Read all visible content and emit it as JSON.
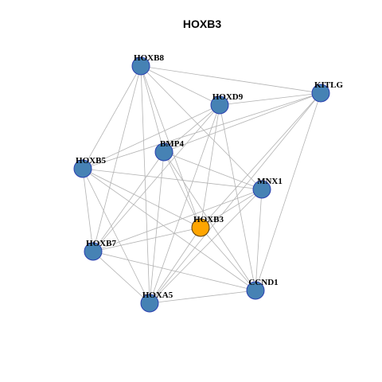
{
  "title": "HOXB3",
  "colors": {
    "node_default": "#4682b4",
    "node_border": "#2a3fb0",
    "node_focus": "#ffa500",
    "node_focus_border": "#5a3a00",
    "edge": "#b3b3b3"
  },
  "nodes": [
    {
      "id": "HOXB8",
      "label": "HOXB8",
      "focus": false
    },
    {
      "id": "KITLG",
      "label": "KITLG",
      "focus": false
    },
    {
      "id": "HOXD9",
      "label": "HOXD9",
      "focus": false
    },
    {
      "id": "BMP4",
      "label": "BMP4",
      "focus": false
    },
    {
      "id": "HOXB5",
      "label": "HOXB5",
      "focus": false
    },
    {
      "id": "MNX1",
      "label": "MNX1",
      "focus": false
    },
    {
      "id": "HOXB3",
      "label": "HOXB3",
      "focus": true
    },
    {
      "id": "HOXB7",
      "label": "HOXB7",
      "focus": false
    },
    {
      "id": "CCND1",
      "label": "CCND1",
      "focus": false
    },
    {
      "id": "HOXA5",
      "label": "HOXA5",
      "focus": false
    }
  ],
  "edges": [
    [
      "HOXB8",
      "KITLG"
    ],
    [
      "HOXB8",
      "HOXD9"
    ],
    [
      "HOXB8",
      "BMP4"
    ],
    [
      "HOXB8",
      "HOXB5"
    ],
    [
      "HOXB8",
      "MNX1"
    ],
    [
      "HOXB8",
      "HOXB3"
    ],
    [
      "HOXB8",
      "HOXB7"
    ],
    [
      "HOXB8",
      "HOXA5"
    ],
    [
      "KITLG",
      "HOXD9"
    ],
    [
      "KITLG",
      "BMP4"
    ],
    [
      "KITLG",
      "HOXB5"
    ],
    [
      "KITLG",
      "HOXB3"
    ],
    [
      "KITLG",
      "CCND1"
    ],
    [
      "KITLG",
      "HOXA5"
    ],
    [
      "HOXD9",
      "BMP4"
    ],
    [
      "HOXD9",
      "HOXB5"
    ],
    [
      "HOXD9",
      "HOXB3"
    ],
    [
      "HOXD9",
      "HOXB7"
    ],
    [
      "HOXD9",
      "CCND1"
    ],
    [
      "HOXD9",
      "HOXA5"
    ],
    [
      "BMP4",
      "MNX1"
    ],
    [
      "BMP4",
      "HOXB3"
    ],
    [
      "BMP4",
      "HOXB7"
    ],
    [
      "BMP4",
      "CCND1"
    ],
    [
      "BMP4",
      "HOXA5"
    ],
    [
      "HOXB5",
      "MNX1"
    ],
    [
      "HOXB5",
      "HOXB3"
    ],
    [
      "HOXB5",
      "HOXB7"
    ],
    [
      "HOXB5",
      "CCND1"
    ],
    [
      "HOXB5",
      "HOXA5"
    ],
    [
      "MNX1",
      "HOXB3"
    ],
    [
      "MNX1",
      "HOXB7"
    ],
    [
      "MNX1",
      "CCND1"
    ],
    [
      "MNX1",
      "HOXA5"
    ],
    [
      "HOXB3",
      "HOXB7"
    ],
    [
      "HOXB3",
      "CCND1"
    ],
    [
      "HOXB3",
      "HOXA5"
    ],
    [
      "HOXB7",
      "CCND1"
    ],
    [
      "HOXB7",
      "HOXA5"
    ],
    [
      "CCND1",
      "HOXA5"
    ]
  ]
}
